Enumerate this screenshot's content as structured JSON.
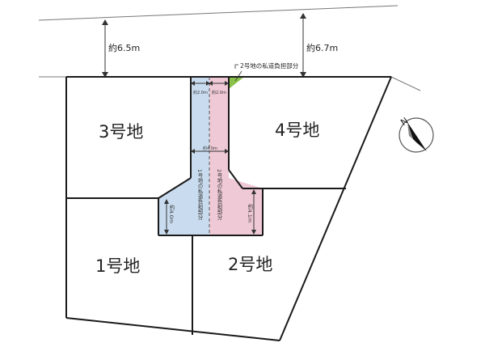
{
  "road": {
    "width_left": "約6.5m",
    "width_right": "約6.7m"
  },
  "lots": {
    "lot1": "1号地",
    "lot2": "2号地",
    "lot3": "3号地",
    "lot4": "4号地"
  },
  "private_road": {
    "note_lot2": "2号地の私道負担部分",
    "lot1_share": "1号地の私道負担部分",
    "lot2_share": "2号地の私道負担部分",
    "entrance_left": "約2.0m",
    "entrance_right": "約2.0m",
    "width_middle": "約4.0m",
    "pocket_left": "約4.0m",
    "pocket_right": "約4.1m"
  },
  "compass": {
    "north_letter": "N"
  },
  "colors": {
    "lot1_share": "#c9dcef",
    "lot2_share": "#efc9d5",
    "lot2_corner": "#8bc34a",
    "lines": "#1a1a1a"
  }
}
